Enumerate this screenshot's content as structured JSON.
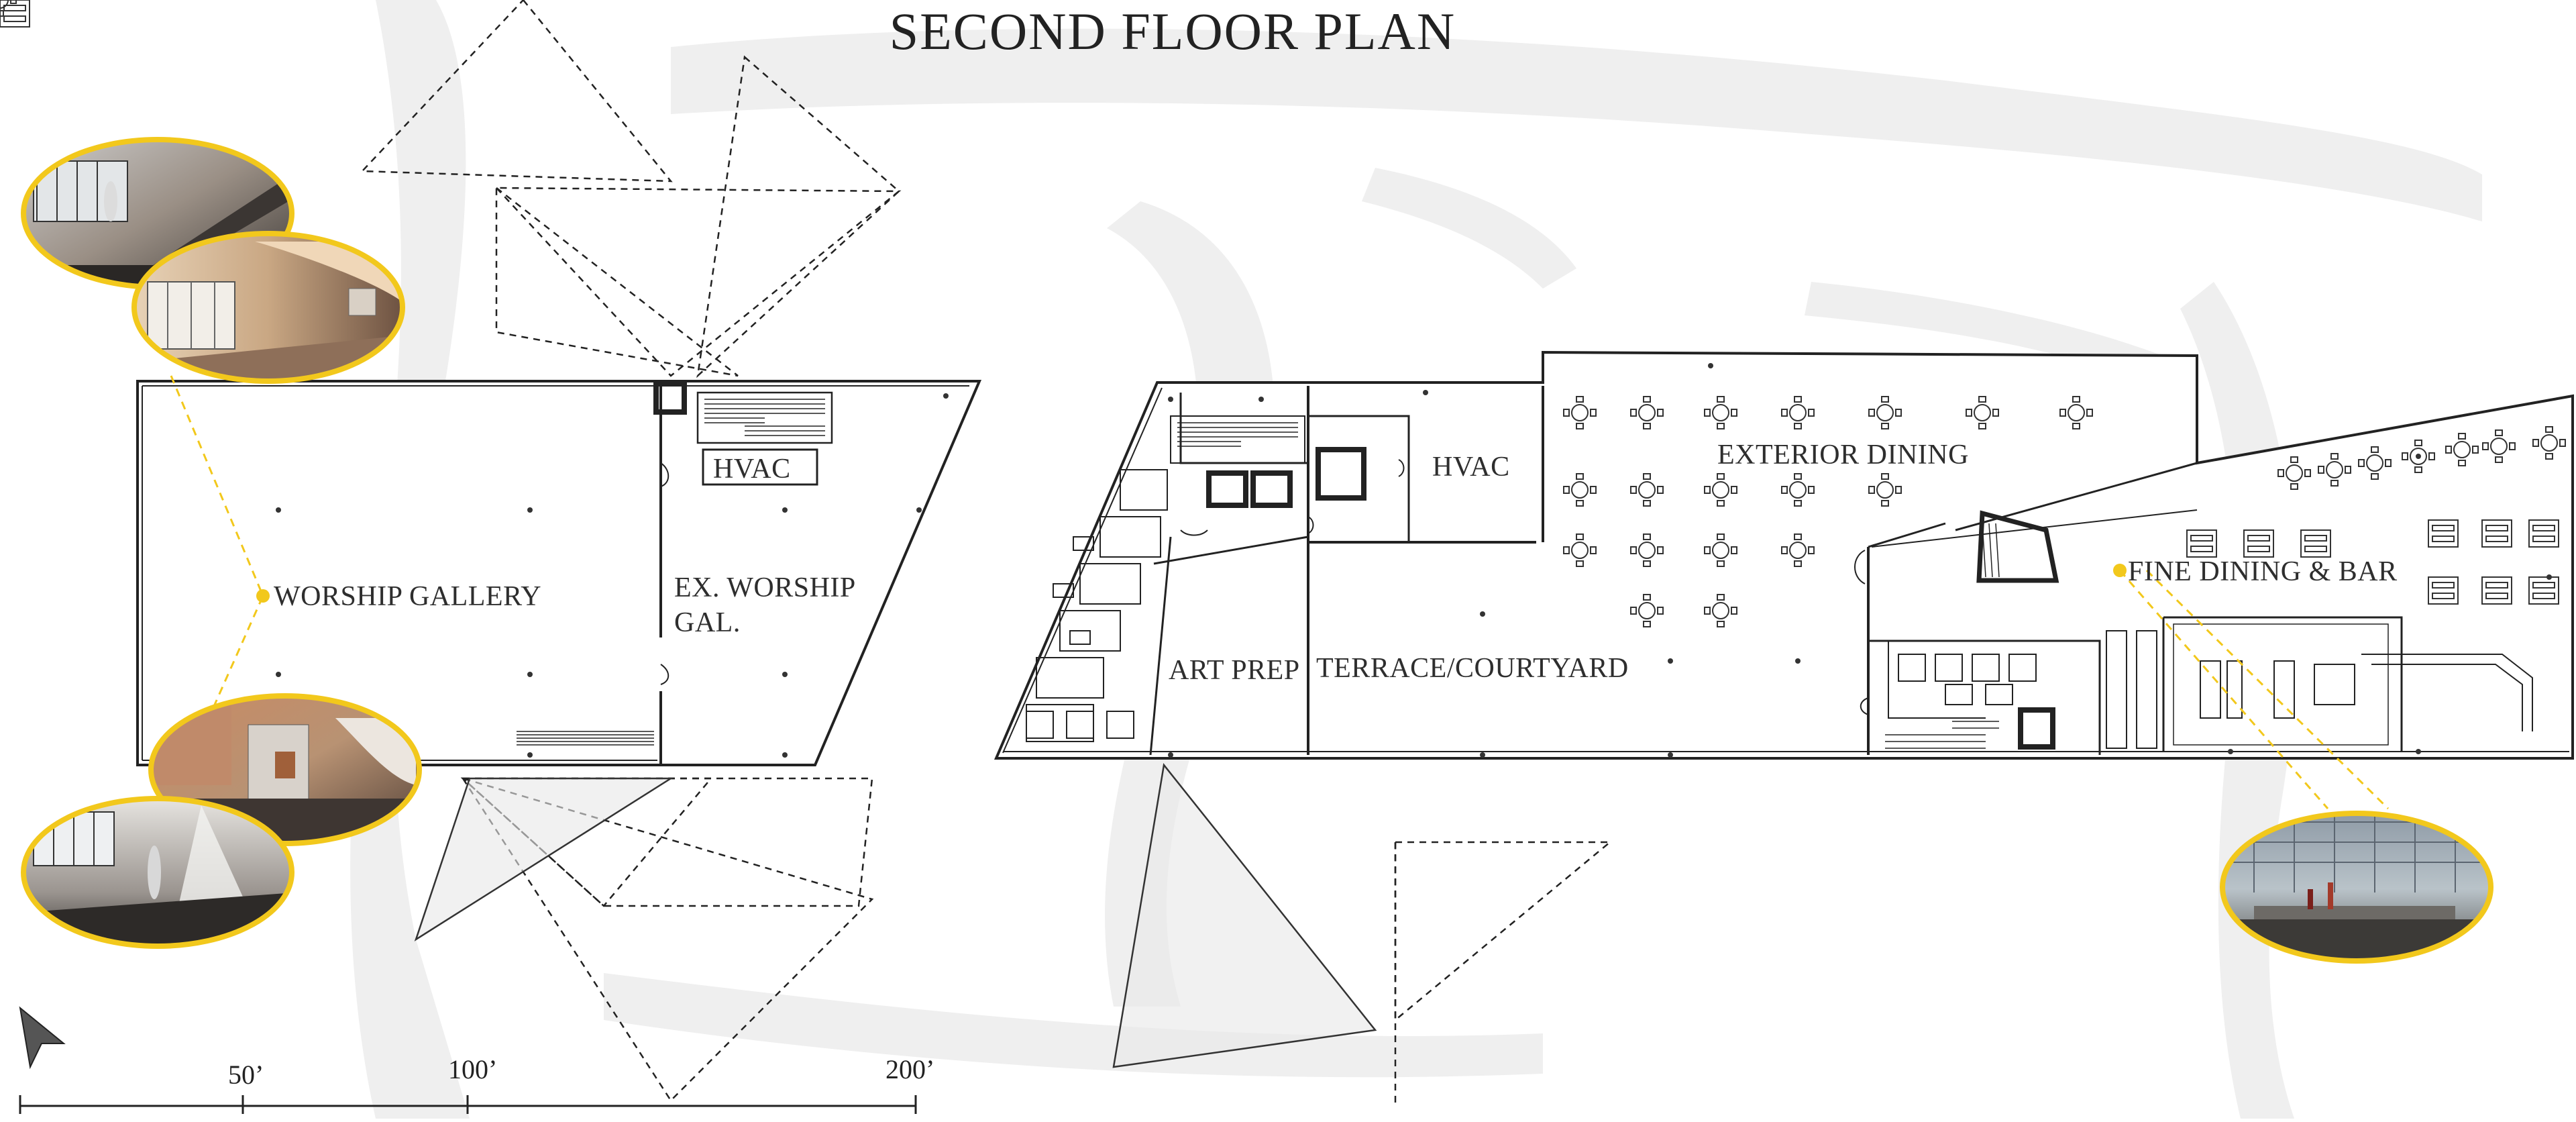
{
  "title": "SECOND FLOOR PLAN",
  "rooms": {
    "worship_gallery": "WORSHIP GALLERY",
    "ex_worship_1": "EX. WORSHIP",
    "ex_worship_2": "GAL.",
    "hvac_left": "HVAC",
    "hvac_right": "HVAC",
    "exterior_dining": "EXTERIOR DINING",
    "fine_dining": "FINE DINING & BAR",
    "art_prep": "ART PREP",
    "terrace": "TERRACE/COURTYARD"
  },
  "scale": {
    "labels": [
      "50’",
      "100’",
      "200’"
    ]
  },
  "colors": {
    "accent": "#f2c81c",
    "linework": "#333333",
    "background_brush": "#efefef"
  },
  "icons": {
    "north": "north-arrow-icon"
  }
}
